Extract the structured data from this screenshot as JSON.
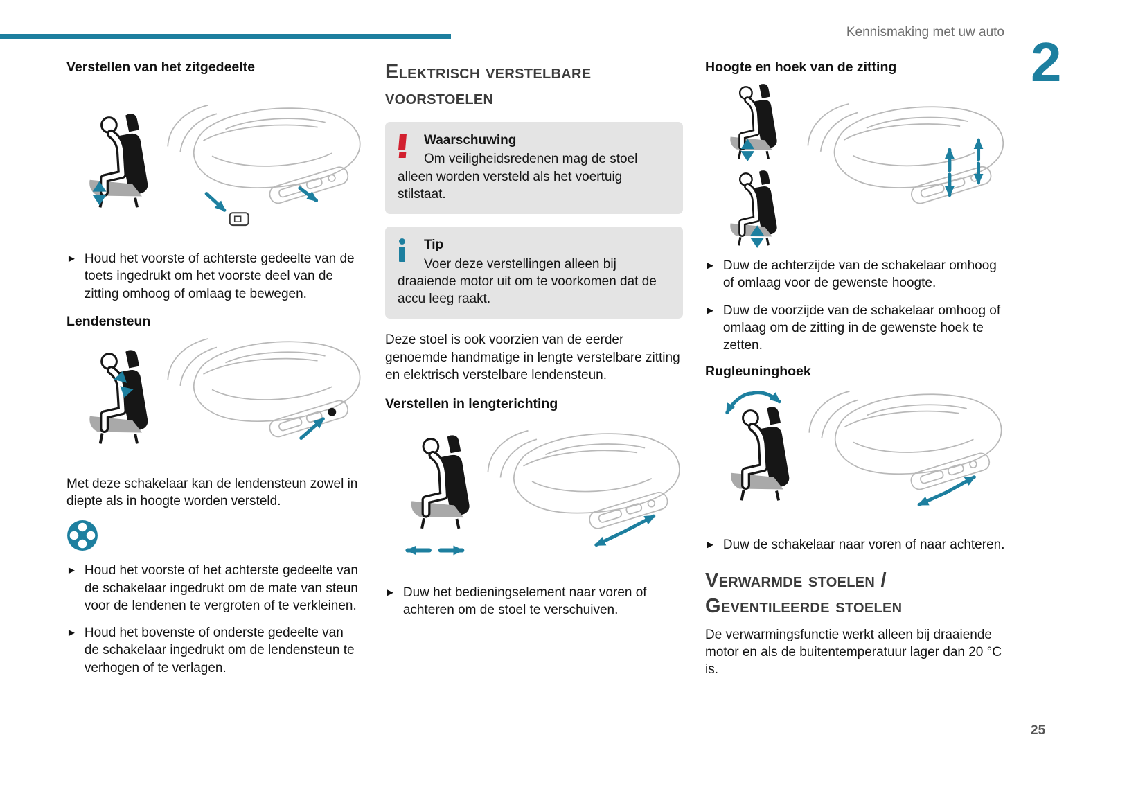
{
  "header": {
    "section_title": "Kennismaking met uw auto",
    "chapter_number": "2"
  },
  "footer": {
    "page_number": "25"
  },
  "glyphs": {
    "bullet": "►"
  },
  "colors": {
    "accent": "#1d7f9f",
    "warning_red": "#d2202f",
    "box_bg": "#e4e4e4",
    "art_line": "#b8b8b8"
  },
  "col1": {
    "heading_seat": "Verstellen van het zitgedeelte",
    "bullet_seat": "Houd het voorste of achterste gedeelte van de toets ingedrukt om het voorste deel van de zitting omhoog of omlaag te bewegen.",
    "heading_lumbar": "Lendensteun",
    "para_lumbar": "Met deze schakelaar kan de lendensteun zowel in diepte als in hoogte worden versteld.",
    "bullet_lumbar_depth": "Houd het voorste of het achterste gedeelte van de schakelaar ingedrukt om de mate van steun voor de lendenen te vergroten of te verkleinen.",
    "bullet_lumbar_height": "Houd het bovenste of onderste gedeelte van de schakelaar ingedrukt om de lendensteun te verhogen of te verlagen."
  },
  "col2": {
    "heading_main": "Elektrisch verstelbare voorstoelen",
    "warning": {
      "title": "Waarschuwing",
      "body": "Om veiligheidsredenen mag de stoel alleen worden versteld als het voertuig stilstaat."
    },
    "tip": {
      "title": "Tip",
      "body": "Voer deze verstellingen alleen bij draaiende motor uit om te voorkomen dat de accu leeg raakt."
    },
    "para_intro": "Deze stoel is ook voorzien van de eerder genoemde handmatige in lengte verstelbare zitting en elektrisch verstelbare lendensteun.",
    "heading_length": "Verstellen in lengterichting",
    "bullet_length": "Duw het bedieningselement naar voren of achteren om de stoel te verschuiven."
  },
  "col3": {
    "heading_height": "Hoogte en hoek van de zitting",
    "bullet_height": "Duw de achterzijde van de schakelaar omhoog of omlaag voor de gewenste hoogte.",
    "bullet_angle": "Duw de voorzijde van de schakelaar omhoog of omlaag om de zitting in de gewenste hoek te zetten.",
    "heading_backrest": "Rugleuninghoek",
    "bullet_backrest": "Duw de schakelaar naar voren of naar achteren.",
    "heading_heated": "Verwarmde stoelen / Geventileerde stoelen",
    "para_heated": "De verwarmingsfunctie werkt alleen bij draaiende motor en als de buitentemperatuur lager dan 20 °C is."
  }
}
